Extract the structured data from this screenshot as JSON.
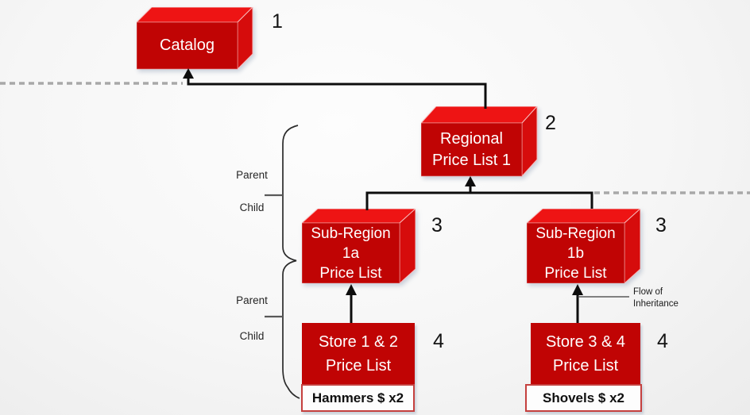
{
  "nodes": [
    {
      "id": "catalog",
      "lines": [
        "Catalog"
      ],
      "number": "1"
    },
    {
      "id": "regional-pl-1",
      "lines": [
        "Regional",
        "Price List 1"
      ],
      "number": "2"
    },
    {
      "id": "sub-region-1a",
      "lines": [
        "Sub-Region",
        "1a",
        "Price List"
      ],
      "number": "3"
    },
    {
      "id": "sub-region-1b",
      "lines": [
        "Sub-Region",
        "1b",
        "Price List"
      ],
      "number": "3"
    },
    {
      "id": "store-1-2",
      "lines": [
        "Store 1 & 2",
        "Price List"
      ],
      "number": "4",
      "tag": "Hammers $ x2"
    },
    {
      "id": "store-3-4",
      "lines": [
        "Store 3 & 4",
        "Price List"
      ],
      "number": "4",
      "tag": "Shovels $ x2"
    }
  ],
  "labels": {
    "parent_child_upper": {
      "parent": "Parent",
      "child": "Child"
    },
    "parent_child_lower": {
      "parent": "Parent",
      "child": "Child"
    },
    "flow": {
      "line1": "Flow of",
      "line2": "Inheritance"
    }
  },
  "colors": {
    "box_front": "#c00404",
    "box_top": "#ee1414",
    "box_side": "#d60c0c",
    "tag_border": "#c5403e",
    "connector": "#0d0d0d",
    "dashed_boundary": "#a8a8a8",
    "text_on_box": "#ffffff"
  }
}
